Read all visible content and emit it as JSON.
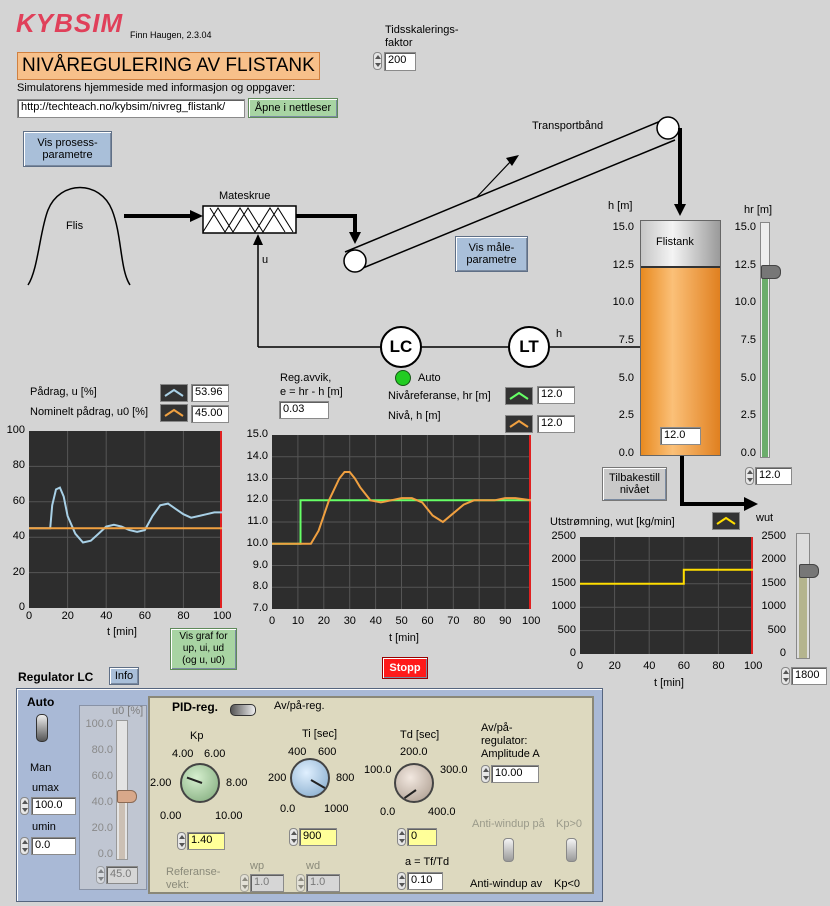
{
  "logo_text": "KYBSIM",
  "author": "Finn Haugen, 2.3.04",
  "title": "NIVÅREGULERING AV FLISTANK",
  "homepage_label": "Simulatorens hjemmeside med informasjon og oppgaver:",
  "url": "http://techteach.no/kybsim/nivreg_flistank/",
  "open_browser": "Åpne i nettleser",
  "time_scale_label": [
    "Tidsskalerings-",
    "faktor"
  ],
  "time_scale_value": "200",
  "btn_process_params": [
    "Vis prosess-",
    "parametre"
  ],
  "btn_measure_params": [
    "Vis måle-",
    "parametre"
  ],
  "process": {
    "flis": "Flis",
    "mateskrue": "Mateskrue",
    "transport": "Transportbånd",
    "u_label": "u",
    "h_label": "h",
    "lc": "LC",
    "lt": "LT",
    "auto_label": "Auto",
    "auto_led_color": "#22cc22"
  },
  "tank": {
    "name": "Flistank",
    "axis_label": "h [m]",
    "ticks": [
      "15.0",
      "12.5",
      "10.0",
      "7.5",
      "5.0",
      "2.5",
      "0.0"
    ],
    "level_value": "12.0",
    "level": 12.0,
    "max": 15.0,
    "fill_color": "#f7a945"
  },
  "ref_slider": {
    "label": "hr [m]",
    "ticks": [
      "15.0",
      "12.5",
      "10.0",
      "7.5",
      "5.0",
      "2.5",
      "0.0"
    ],
    "value": "12.0"
  },
  "reset_btn": [
    "Tilbakestill",
    "nivået"
  ],
  "outflow_slider": {
    "label": "wut",
    "ticks": [
      "2500",
      "2000",
      "1500",
      "1000",
      "500",
      "0"
    ],
    "value": "1800"
  },
  "chart1": {
    "label_u": "Pådrag, u [%]",
    "label_u0": "Nominelt pådrag, u0 [%]",
    "value_u": "53.96",
    "value_u0": "45.00",
    "yticks": [
      "100",
      "80",
      "60",
      "40",
      "20",
      "0"
    ],
    "xticks": [
      "0",
      "20",
      "40",
      "60",
      "80",
      "100"
    ],
    "xlabel": "t [min]"
  },
  "chart2": {
    "label_e": [
      "Reg.avvik,",
      "e = hr - h [m]"
    ],
    "value_e": "0.03",
    "label_hr": "Nivåreferanse, hr [m]",
    "label_h": "Nivå, h [m]",
    "value_hr": "12.0",
    "value_h": "12.0",
    "yticks": [
      "15.0",
      "14.0",
      "13.0",
      "12.0",
      "11.0",
      "10.0",
      "9.0",
      "8.0",
      "7.0"
    ],
    "xticks": [
      "0",
      "10",
      "20",
      "30",
      "40",
      "50",
      "60",
      "70",
      "80",
      "90",
      "100"
    ],
    "xlabel": "t [min]"
  },
  "chart3": {
    "label": "Utstrømning, wut [kg/min]",
    "yticks": [
      "2500",
      "2000",
      "1500",
      "1000",
      "500",
      "0"
    ],
    "xticks": [
      "0",
      "20",
      "40",
      "60",
      "80",
      "100"
    ],
    "xlabel": "t [min]"
  },
  "btn_show_graph": [
    "Vis graf for",
    "up, ui, ud",
    "(og u, u0)"
  ],
  "stop": "Stopp",
  "chart_data": [
    {
      "type": "line",
      "xlabel": "t [min]",
      "ylabel": "",
      "xlim": [
        0,
        100
      ],
      "ylim": [
        0,
        100
      ],
      "series": [
        {
          "name": "Pådrag, u [%]",
          "color": "#a8d0e6",
          "x": [
            0,
            10,
            11,
            12,
            14,
            16,
            18,
            20,
            24,
            28,
            32,
            36,
            40,
            44,
            48,
            52,
            56,
            60,
            64,
            68,
            72,
            76,
            80,
            84,
            88,
            92,
            96,
            100
          ],
          "y": [
            45,
            45,
            45,
            58,
            67,
            68,
            63,
            52,
            42,
            37,
            38,
            42,
            46,
            47,
            46,
            44,
            43,
            44,
            52,
            58,
            59,
            56,
            53,
            51,
            52,
            53,
            54,
            54
          ]
        },
        {
          "name": "Nominelt pådrag, u0 [%]",
          "color": "#f0a040",
          "x": [
            0,
            100
          ],
          "y": [
            45,
            45
          ]
        }
      ]
    },
    {
      "type": "line",
      "xlabel": "t [min]",
      "ylabel": "",
      "xlim": [
        0,
        100
      ],
      "ylim": [
        7,
        15
      ],
      "series": [
        {
          "name": "Nivåreferanse, hr [m]",
          "color": "#66ff66",
          "x": [
            0,
            11,
            11,
            100
          ],
          "y": [
            10,
            10,
            12,
            12
          ]
        },
        {
          "name": "Nivå, h [m]",
          "color": "#f0a040",
          "x": [
            0,
            15,
            18,
            22,
            26,
            28,
            30,
            32,
            34,
            38,
            42,
            46,
            50,
            54,
            58,
            62,
            66,
            70,
            74,
            78,
            82,
            86,
            90,
            94,
            100
          ],
          "y": [
            10,
            10,
            10.6,
            12.0,
            13.0,
            13.3,
            13.3,
            13.0,
            12.6,
            12.0,
            11.9,
            12.0,
            12.1,
            12.1,
            11.9,
            11.3,
            11.0,
            11.4,
            11.8,
            12.0,
            12.0,
            12.0,
            12.1,
            12.1,
            12.0
          ]
        }
      ]
    },
    {
      "type": "line",
      "xlabel": "t [min]",
      "ylabel": "",
      "xlim": [
        0,
        100
      ],
      "ylim": [
        0,
        2500
      ],
      "series": [
        {
          "name": "Utstrømning, wut [kg/min]",
          "color": "#ffdd00",
          "x": [
            0,
            60,
            60,
            100
          ],
          "y": [
            1500,
            1500,
            1800,
            1800
          ]
        }
      ]
    }
  ],
  "regulator": {
    "title": "Regulator LC",
    "info": "Info",
    "auto": "Auto",
    "man": "Man",
    "umax_label": "umax",
    "umax": "100.0",
    "umin_label": "umin",
    "umin": "0.0",
    "u0_label": "u0 [%]",
    "u0_ticks": [
      "100.0",
      "80.0",
      "60.0",
      "40.0",
      "20.0",
      "0.0"
    ],
    "u0_value": "45.0",
    "pid_label": "PID-reg.",
    "avpa_label": "Av/på-reg.",
    "kp_label": "Kp",
    "kp_ticks": [
      "4.00",
      "6.00",
      "2.00",
      "8.00",
      "0.00",
      "10.00"
    ],
    "kp_value": "1.40",
    "ti_label": "Ti [sec]",
    "ti_ticks": [
      "400",
      "600",
      "200",
      "800",
      "0.0",
      "1000"
    ],
    "ti_value": "900",
    "td_label": "Td [sec]",
    "td_ticks": [
      "200.0",
      "100.0",
      "300.0",
      "0.0",
      "400.0"
    ],
    "td_value": "0",
    "avpa_amp_label": [
      "Av/på-",
      "regulator:",
      "Amplitude A"
    ],
    "avpa_amp_value": "10.00",
    "aw_on": "Anti-windup på",
    "aw_off": "Anti-windup av",
    "kp_pos": "Kp>0",
    "kp_neg": "Kp<0",
    "ref_weight_label": [
      "Referanse-",
      "vekt:"
    ],
    "wp_label": "wp",
    "wp_value": "1.0",
    "wd_label": "wd",
    "wd_value": "1.0",
    "tf_label": "a = Tf/Td",
    "tf_value": "0.10"
  }
}
